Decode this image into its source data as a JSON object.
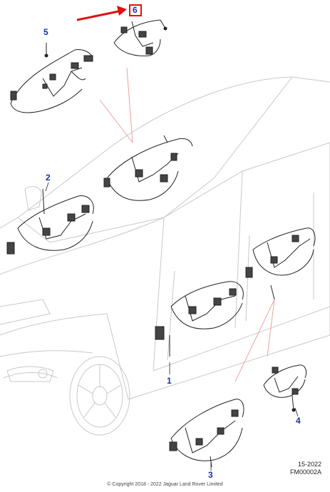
{
  "callouts": {
    "c1": "1",
    "c2": "2",
    "c3": "3",
    "c4": "4",
    "c5": "5",
    "c6": "6"
  },
  "reference": {
    "date_code": "15-2022",
    "figure_code": "FM00002A"
  },
  "copyright_text": "© Copyright 2018 - 2022 Jaguar Land Rover Limited",
  "colors": {
    "callout": "#1a2fa8",
    "highlight": "#e01010",
    "leader": "#f0a0a0",
    "car_outline": "#c8c8c8",
    "harness": "#222222"
  }
}
